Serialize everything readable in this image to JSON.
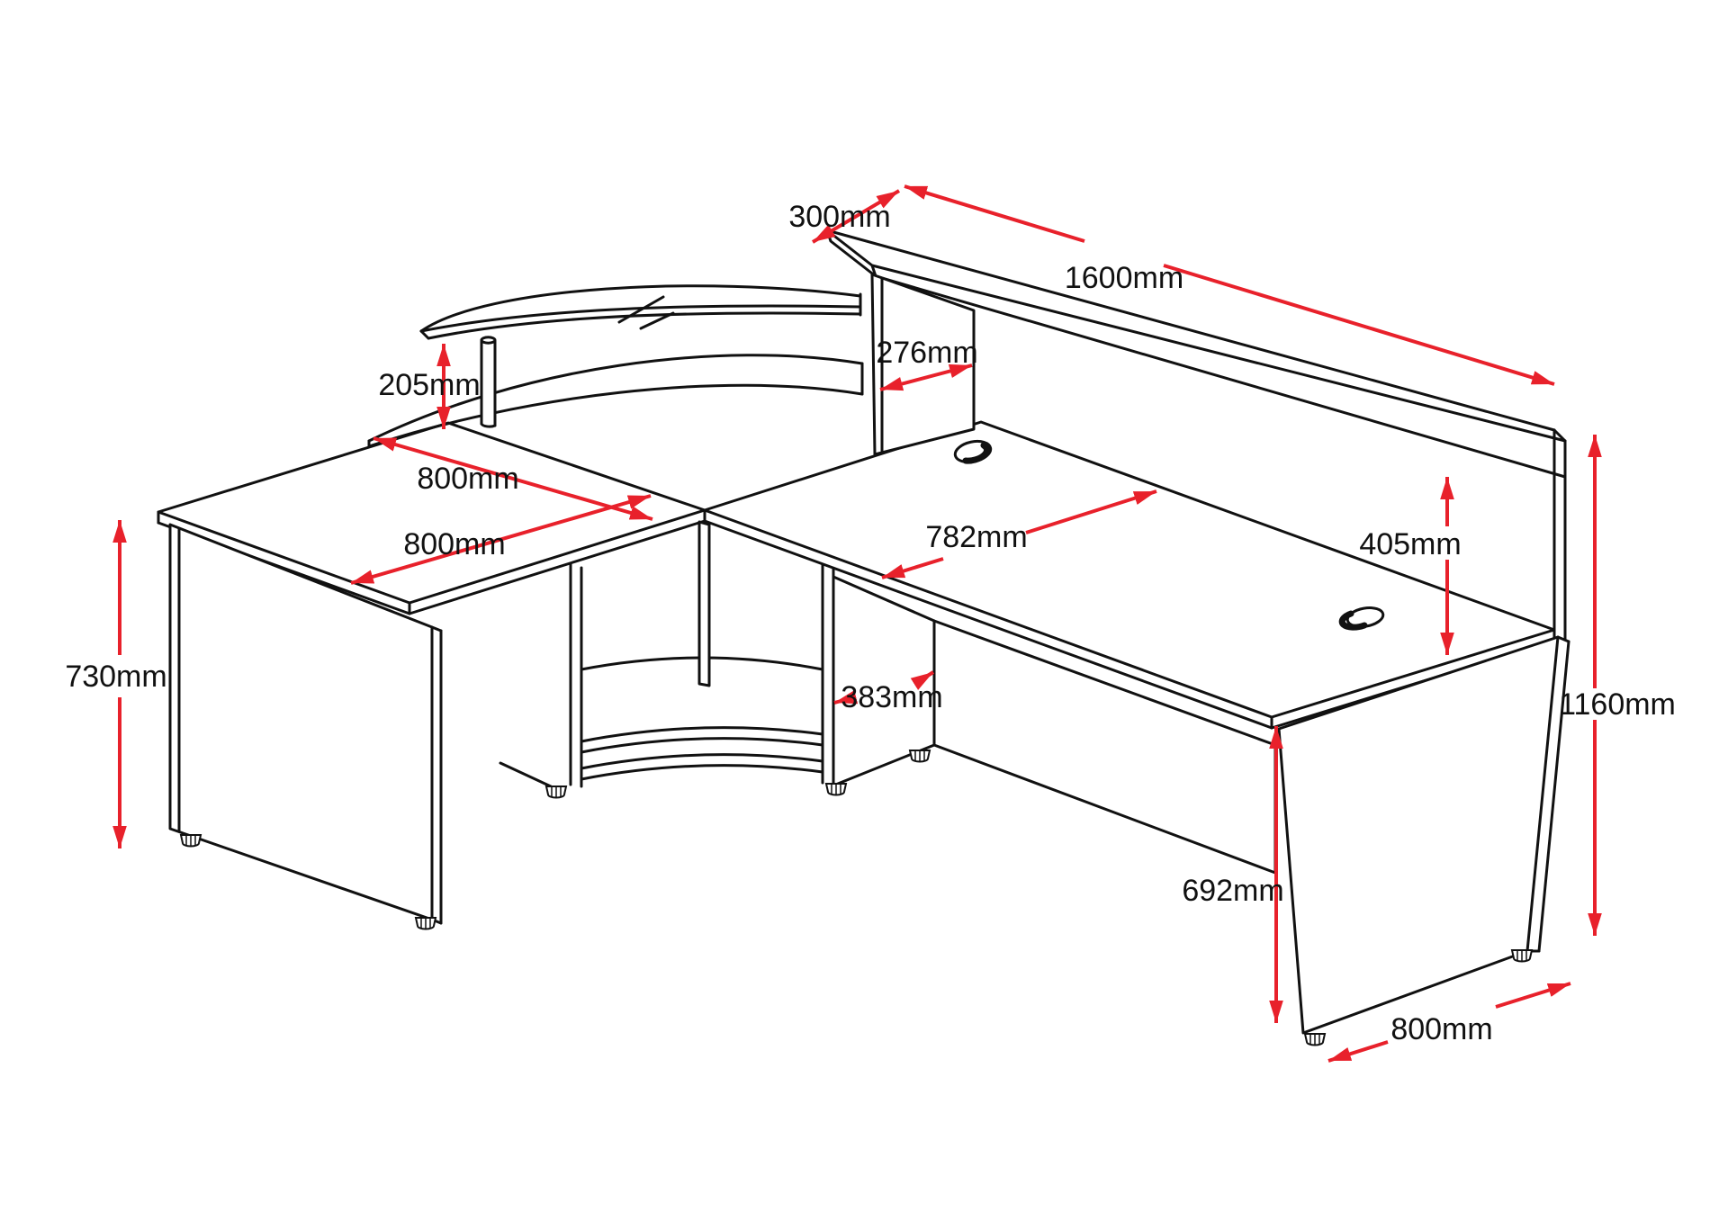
{
  "page": {
    "background": "#ffffff"
  },
  "diagram": {
    "type": "technical-line-drawing",
    "subject": "Corner reception desk with curved glass shelf, corner counter unit and 1600mm hutch — isometric dimension diagram",
    "units": "mm",
    "line_color": "#111111",
    "dimension_color": "#e8212b"
  },
  "dimensions": {
    "hutch_top_depth": "300mm",
    "hutch_top_length": "1600mm",
    "hutch_front_panel_width": "276mm",
    "glass_shelf_clearance": "205mm",
    "left_desk_width": "800mm",
    "left_desk_depth": "800mm",
    "main_desk_depth": "782mm",
    "hutch_height_above_desk": "405mm",
    "left_desk_height": "730mm",
    "corner_pedestal_width": "383mm",
    "overall_height": "1160mm",
    "underdesk_clearance_height": "692mm",
    "main_desk_end_depth": "800mm"
  }
}
